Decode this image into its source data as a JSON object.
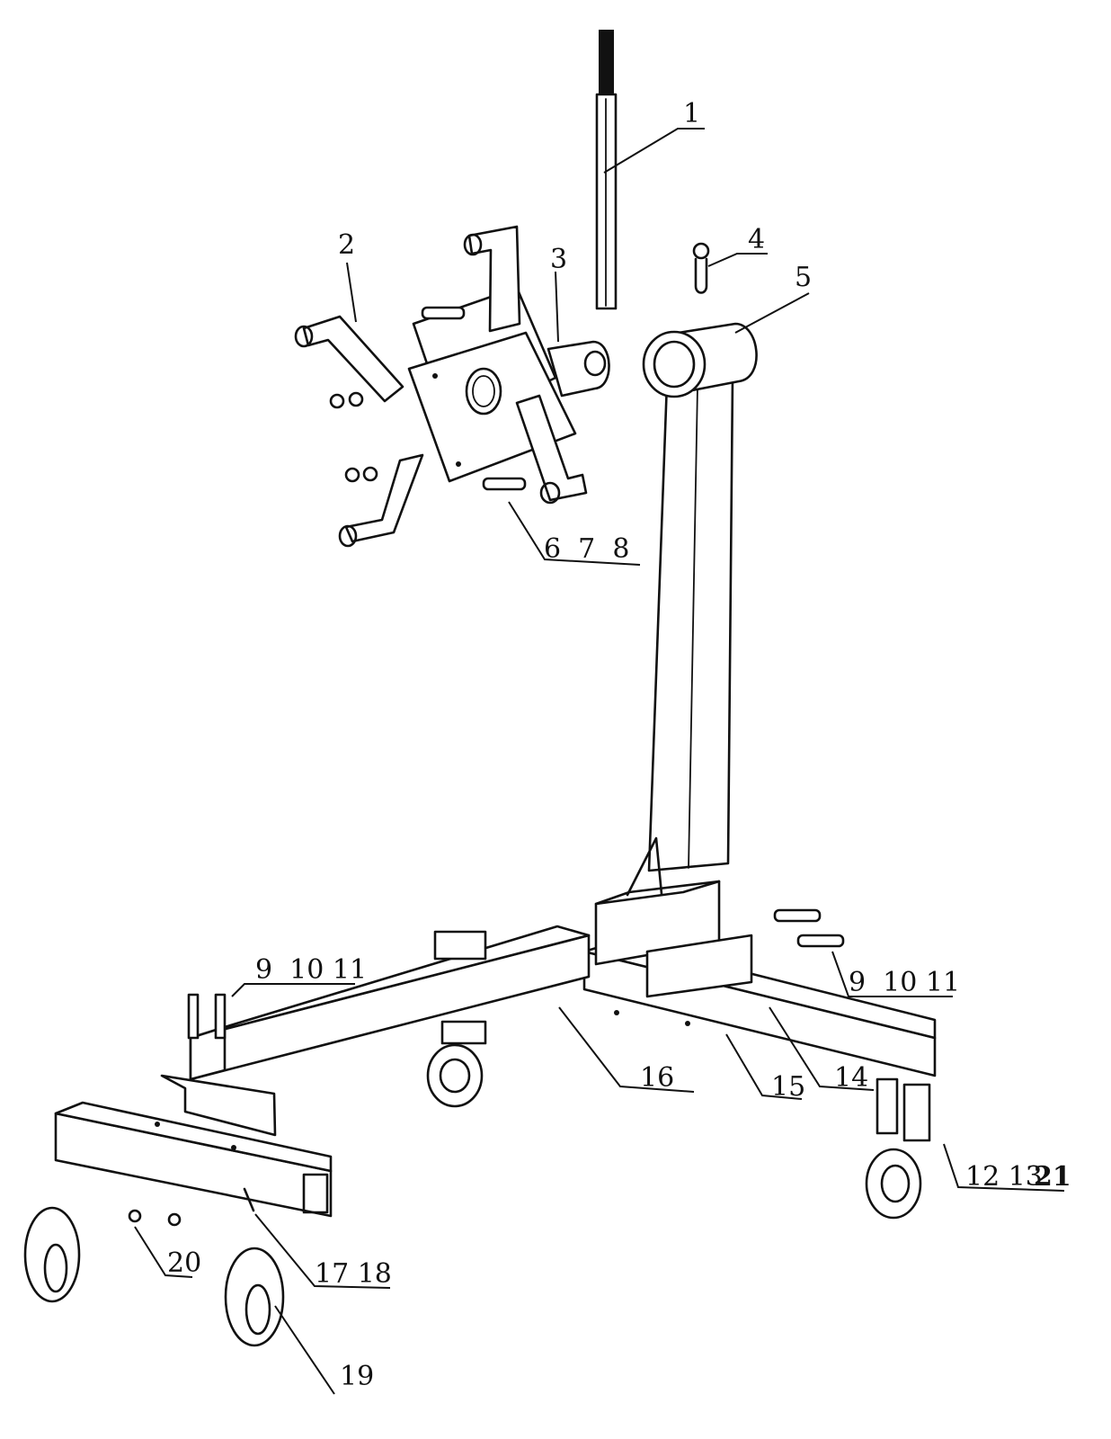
{
  "diagram": {
    "labels": {
      "p1": "1",
      "p2": "2",
      "p3": "3",
      "p4": "4",
      "p5": "5",
      "p6_7_8": "6  7  8",
      "p9_10_11_left": "9  10 11",
      "p9_10_11_right": "9  10 11",
      "p12_13": "12 13",
      "p21": "21",
      "p14": "14",
      "p15": "15",
      "p16": "16",
      "p17_18": "17 18",
      "p19": "19",
      "p20": "20"
    }
  }
}
